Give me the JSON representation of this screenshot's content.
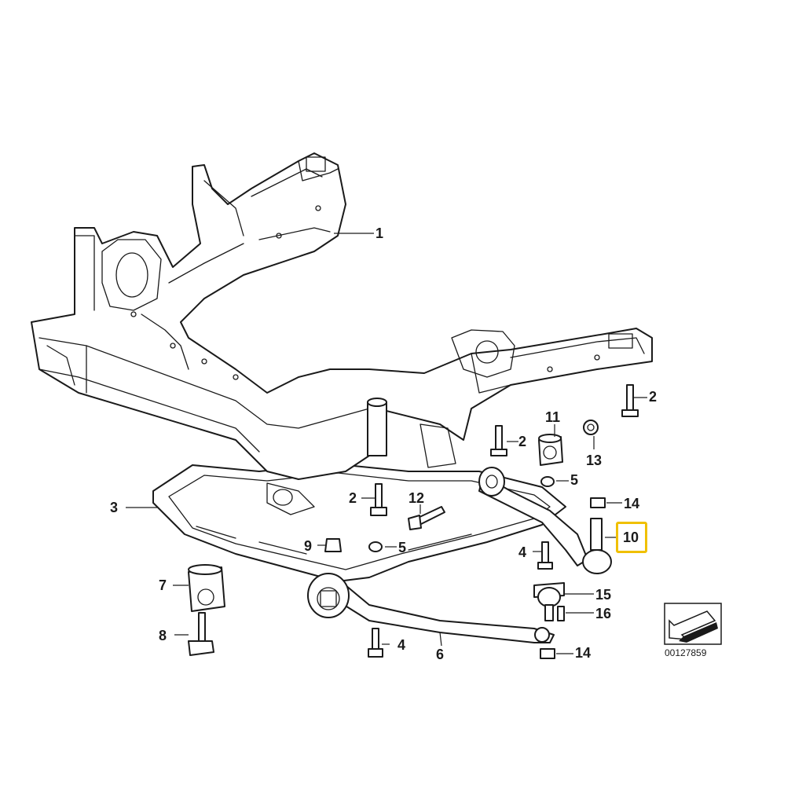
{
  "callouts": [
    {
      "id": "1",
      "text": "1"
    },
    {
      "id": "2a",
      "text": "2"
    },
    {
      "id": "2b",
      "text": "2"
    },
    {
      "id": "2c",
      "text": "2"
    },
    {
      "id": "3",
      "text": "3"
    },
    {
      "id": "4a",
      "text": "4"
    },
    {
      "id": "4b",
      "text": "4"
    },
    {
      "id": "5a",
      "text": "5"
    },
    {
      "id": "5b",
      "text": "5"
    },
    {
      "id": "6",
      "text": "6"
    },
    {
      "id": "7",
      "text": "7"
    },
    {
      "id": "8",
      "text": "8"
    },
    {
      "id": "9",
      "text": "9"
    },
    {
      "id": "10",
      "text": "10",
      "highlighted": true
    },
    {
      "id": "11",
      "text": "11"
    },
    {
      "id": "12",
      "text": "12"
    },
    {
      "id": "13",
      "text": "13"
    },
    {
      "id": "14a",
      "text": "14"
    },
    {
      "id": "14b",
      "text": "14"
    },
    {
      "id": "15",
      "text": "15"
    },
    {
      "id": "16",
      "text": "16"
    }
  ],
  "document_number": "00127859",
  "highlight_color": "#f0c000",
  "line_color": "#1a1a1a"
}
